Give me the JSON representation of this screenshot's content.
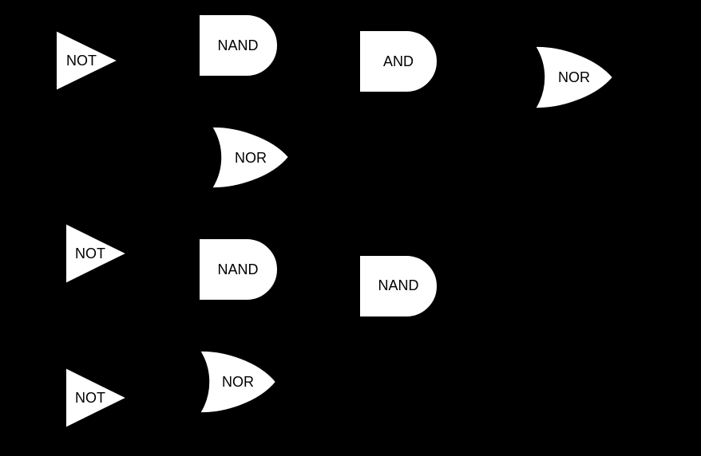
{
  "diagram": {
    "background": "#000000",
    "gate_fill": "#ffffff",
    "gates": [
      {
        "id": "g1",
        "type": "NOT",
        "label": "NOT"
      },
      {
        "id": "g2",
        "type": "NAND",
        "label": "NAND"
      },
      {
        "id": "g3",
        "type": "AND",
        "label": "AND"
      },
      {
        "id": "g4",
        "type": "NOR",
        "label": "NOR"
      },
      {
        "id": "g5",
        "type": "NOR",
        "label": "NOR"
      },
      {
        "id": "g6",
        "type": "NOT",
        "label": "NOT"
      },
      {
        "id": "g7",
        "type": "NAND",
        "label": "NAND"
      },
      {
        "id": "g8",
        "type": "NAND",
        "label": "NAND"
      },
      {
        "id": "g9",
        "type": "NOT",
        "label": "NOT"
      },
      {
        "id": "g10",
        "type": "NOR",
        "label": "NOR"
      }
    ]
  }
}
